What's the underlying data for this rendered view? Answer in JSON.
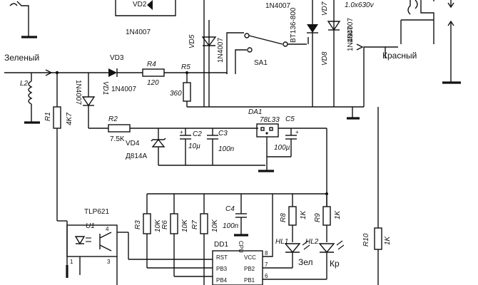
{
  "labels": {
    "vd2": "VD2",
    "vd2_part": "1N4007",
    "top_part": "1N4007",
    "vd7": "VD7",
    "vd7_part": "1N4007",
    "top_cap": "1.0x630v",
    "vd5": "VD5",
    "vd5_part": "1N4007",
    "triac": "BT136-800",
    "vd8": "VD8",
    "vd8_part": "1N4007",
    "sa1": "SA1",
    "green": "Зеленый",
    "red": "Красный",
    "vd3": "VD3",
    "vd3_part": "1N4007",
    "r4": "R4",
    "r4_val": "120",
    "r5": "R5",
    "r5_val": "360",
    "vd1": "VD1",
    "vd1_part": "1N4007",
    "l2": "L2",
    "r1": "R1",
    "r1_val": "4K7",
    "r2": "R2",
    "r2_val": "7.5K",
    "vd4": "VD4",
    "vd4_part": "Д814А",
    "c2": "C2",
    "c2_val": "10µ",
    "c3": "C3",
    "c3_val": "100n",
    "da1": "DA1",
    "da1_part": "78L33",
    "c5": "C5",
    "c5_val": "100µ",
    "tlp": "TLP621",
    "u1": "U1",
    "pin4": "4",
    "pin1": "1",
    "pin3": "3",
    "r3": "R3",
    "r3_val": "10K",
    "r6": "R6",
    "r6_val": "10K",
    "r7": "R7",
    "r7_val": "10K",
    "c4": "C4",
    "c4_val": "100n",
    "dd1": "DD1",
    "rst": "RST",
    "pb3": "PB3",
    "pb4": "PB4",
    "vcc": "VCC",
    "pb2": "PB2",
    "pb1": "PB1",
    "cpu": "CPU",
    "pin8": "8",
    "pin7": "7",
    "pin6": "6",
    "r8": "R8",
    "r8_val": "1K",
    "r9": "R9",
    "r9_val": "1K",
    "hl1": "HL1",
    "hl2": "HL2",
    "zel": "Зел",
    "kr": "Кр",
    "r10": "R10",
    "r10_val": "1K"
  }
}
